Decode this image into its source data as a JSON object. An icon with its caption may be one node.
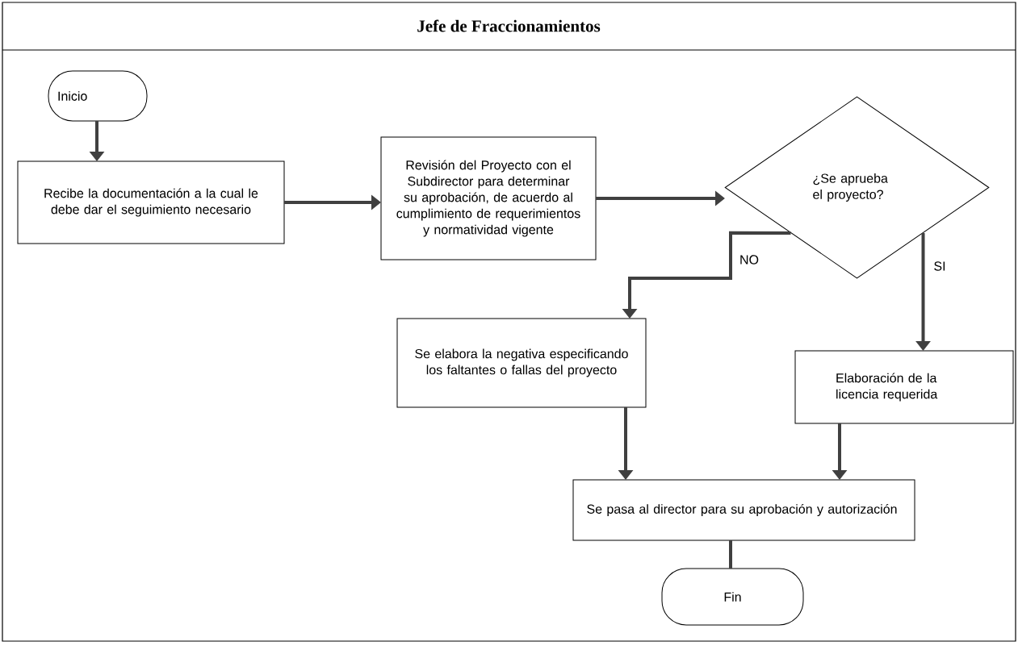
{
  "diagram": {
    "title": "Jefe de Fraccionamientos",
    "nodes": [
      {
        "text": [
          "Inicio"
        ]
      },
      {
        "text": [
          "Recibe la documentación a la cual le debe dar el seguimiento necesario"
        ]
      },
      {
        "text": [
          "Revisión del Proyecto con el Subdirector para determinar su aprobación, de acuerdo al cumplimiento de requerimientos y normatividad vigente"
        ]
      },
      {
        "text": [
          "¿Se aprueba el proyecto?"
        ]
      },
      {
        "text": [
          "Se elabora la negativa especificando los faltantes o fallas del proyecto"
        ]
      },
      {
        "text": [
          "Elaboración de la licencia requerida"
        ]
      },
      {
        "text": [
          "Se pasa al director para su aprobación y autorización"
        ]
      },
      {
        "text": [
          "Fin"
        ]
      }
    ],
    "edges": [
      {
        "from": 0,
        "to": 1,
        "arrow": "to"
      },
      {
        "from": 1,
        "to": 2,
        "arrow": "to"
      },
      {
        "from": 2,
        "to": 3,
        "arrow": "to"
      },
      {
        "from": 3,
        "to": 4,
        "arrow": "to",
        "label": "NO"
      },
      {
        "from": 3,
        "to": 5,
        "arrow": "to",
        "label": "SI"
      },
      {
        "from": 4,
        "to": 6,
        "arrow": "to"
      },
      {
        "from": 5,
        "to": 6,
        "arrow": "to"
      },
      {
        "from": 6,
        "to": 7,
        "arrow": "none"
      }
    ]
  }
}
